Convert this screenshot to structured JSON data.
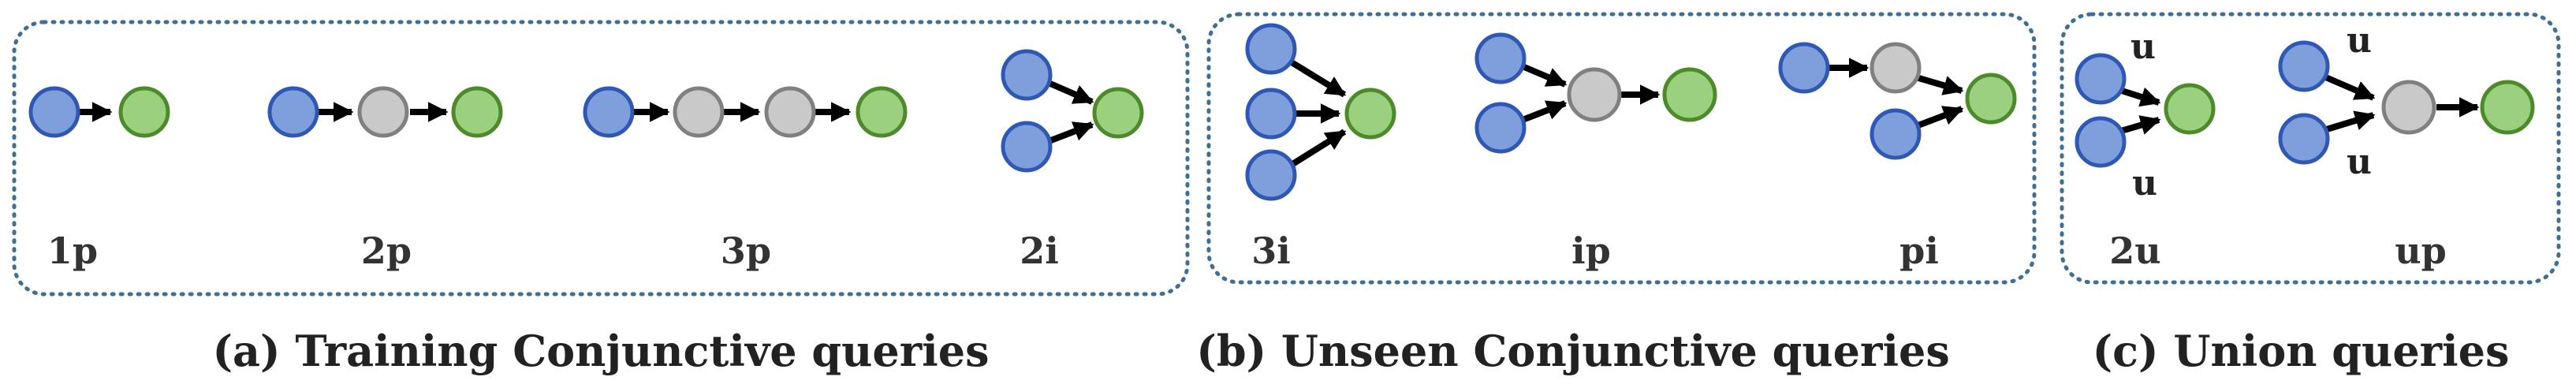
{
  "panels": [
    {
      "caption": "(a) Training Conjunctive queries",
      "queries": [
        {
          "label": "1p"
        },
        {
          "label": "2p"
        },
        {
          "label": "3p"
        },
        {
          "label": "2i"
        }
      ]
    },
    {
      "caption": "(b) Unseen Conjunctive queries",
      "queries": [
        {
          "label": "3i"
        },
        {
          "label": "ip"
        },
        {
          "label": "pi"
        }
      ]
    },
    {
      "caption": "(c) Union queries",
      "queries": [
        {
          "label": "2u",
          "edge_labels": [
            "u",
            "u"
          ]
        },
        {
          "label": "up",
          "edge_labels": [
            "u",
            "u"
          ]
        }
      ]
    }
  ],
  "colors": {
    "anchor_fill": "#7f9fdc",
    "anchor_stroke": "#2f58b5",
    "variable_fill": "#c9c9c9",
    "variable_stroke": "#808080",
    "target_fill": "#9bd07f",
    "target_stroke": "#4c8a2a",
    "edge": "#000000",
    "panel_border": "#3f6f92"
  }
}
